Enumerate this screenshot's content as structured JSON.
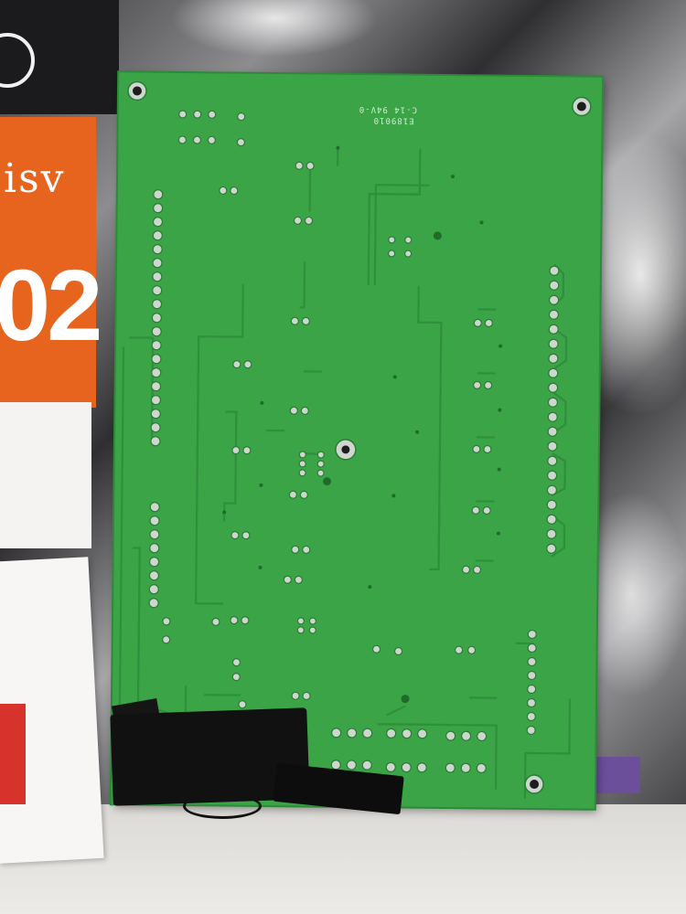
{
  "background": {
    "box_text_top": "isv",
    "box_text_big": "02"
  },
  "pcb": {
    "silkscreen_code": "C-14 94V-0",
    "silkscreen_number": "E189010"
  },
  "colors": {
    "pcb_green": "#3aa447",
    "pad_silver": "#cfd6cf",
    "trace_green": "#2f8f3b",
    "tape_black": "#111111",
    "box_orange": "#e6641e"
  }
}
